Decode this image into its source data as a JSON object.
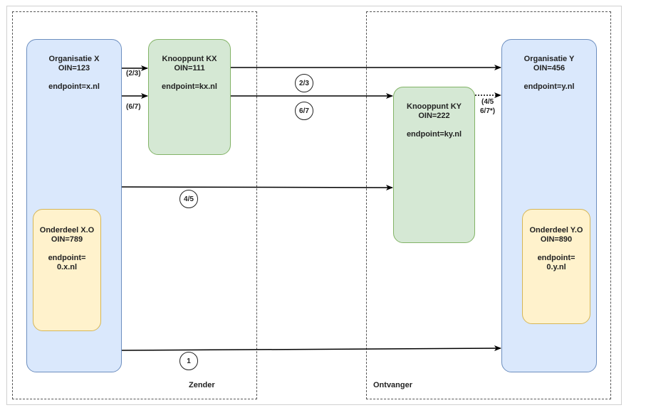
{
  "zones": {
    "sender": "Zender",
    "receiver": "Ontvanger"
  },
  "nodes": {
    "org_x": {
      "name": "Organisatie X",
      "oin": "OIN=123",
      "endpoint": "endpoint=x.nl"
    },
    "kp_kx": {
      "name": "Knooppunt KX",
      "oin": "OIN=111",
      "endpoint": "endpoint=kx.nl"
    },
    "kp_ky": {
      "name": "Knooppunt KY",
      "oin": "OIN=222",
      "endpoint": "endpoint=ky.nl"
    },
    "org_y": {
      "name": "Organisatie Y",
      "oin": "OIN=456",
      "endpoint": "endpoint=y.nl"
    },
    "part_xo": {
      "name": "Onderdeel X.O",
      "oin": "OIN=789",
      "endpoint_l1": "endpoint=",
      "endpoint_l2": "0.x.nl"
    },
    "part_yo": {
      "name": "Onderdeel Y.O",
      "oin": "OIN=890",
      "endpoint_l1": "endpoint=",
      "endpoint_l2": "0.y.nl"
    }
  },
  "edge_labels": {
    "x_kx_top": "(2/3)",
    "x_kx_bottom": "(6/7)",
    "ky_y_line1": "(4/5",
    "ky_y_line2": "6/7*)"
  },
  "steps": {
    "s23": "2/3",
    "s67": "6/7",
    "s45": "4/5",
    "s1": "1"
  },
  "colors": {
    "blue_fill": "#dae8fc",
    "blue_stroke": "#6c8ebf",
    "green_fill": "#d5e8d4",
    "green_stroke": "#82b366",
    "yellow_fill": "#fff2cc",
    "yellow_stroke": "#d6b656"
  }
}
